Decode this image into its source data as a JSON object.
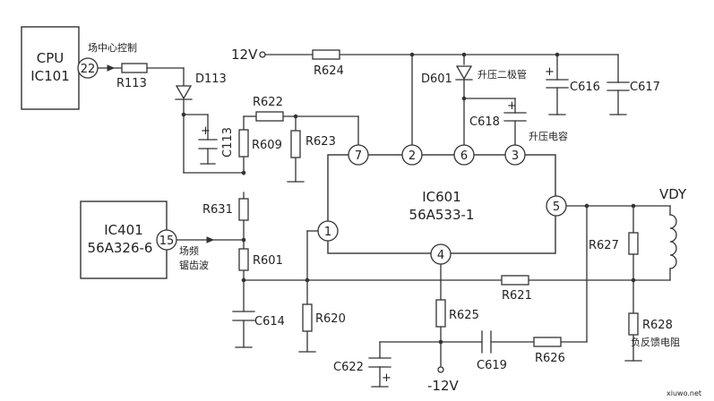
{
  "blocks": {
    "cpu": {
      "line1": "CPU",
      "line2": "IC101",
      "pin": "22",
      "signal": "场中心控制"
    },
    "ic401": {
      "line1": "IC401",
      "line2": "56A326-6",
      "pin": "15",
      "signal_line1": "场频",
      "signal_line2": "锯齿波"
    },
    "ic601": {
      "line1": "IC601",
      "line2": "56A533-1",
      "pins": [
        "7",
        "2",
        "6",
        "3",
        "5",
        "1",
        "4"
      ]
    }
  },
  "supplies": {
    "positive": "12V",
    "negative": "-12V"
  },
  "load": {
    "name": "VDY"
  },
  "resistors": [
    "R113",
    "R624",
    "R622",
    "R609",
    "R623",
    "R631",
    "R601",
    "R620",
    "R625",
    "R621",
    "R627",
    "R628",
    "R626"
  ],
  "capacitors": [
    "C113",
    "C616",
    "C617",
    "C618",
    "C614",
    "C622",
    "C619"
  ],
  "diodes": [
    "D113",
    "D601"
  ],
  "annotations": {
    "d601_note": "升压二极管",
    "c618_note": "升压电容",
    "r628_note": "负反馈电阻"
  },
  "watermark": "xiuwo.net"
}
